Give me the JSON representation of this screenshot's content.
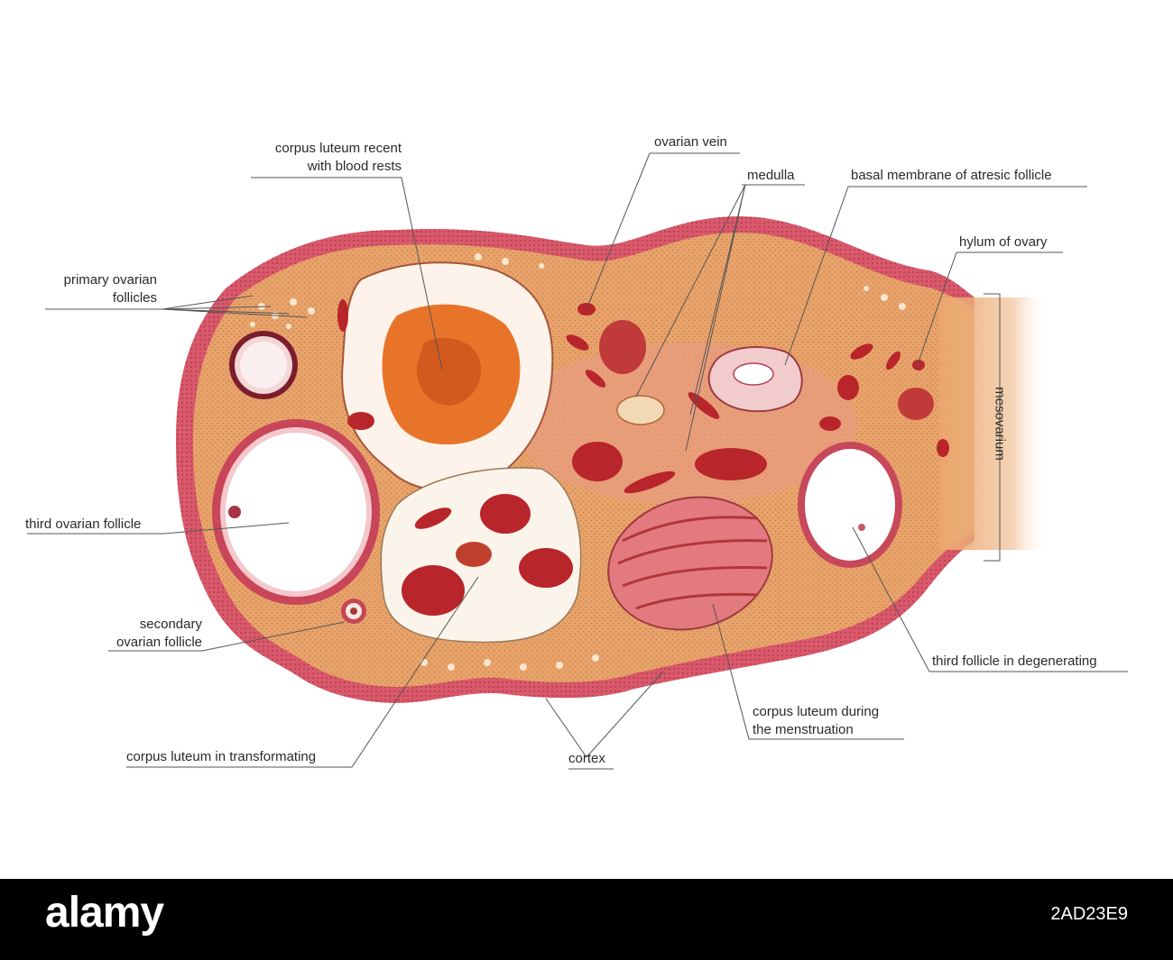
{
  "labels": {
    "corpus_luteum_recent": "corpus luteum recent\nwith blood rests",
    "ovarian_vein": "ovarian vein",
    "medulla": "medulla",
    "basal_membrane": "basal membrane of atresic follicle",
    "hylum": "hylum of ovary",
    "primary_follicles": "primary ovarian\nfollicles",
    "mesovarium": "mesovarium",
    "third_follicle": "third ovarian follicle",
    "secondary_follicle": "secondary\novarian follicle",
    "third_degenerating": "third follicle in degenerating",
    "corpus_luteum_menstruation": "corpus luteum during\nthe menstruation",
    "corpus_luteum_transformating": "corpus luteum in transformating",
    "cortex": "cortex"
  },
  "footer": {
    "brand": "alamy",
    "image_code": "2AD23E9"
  },
  "colors": {
    "cortex_outer": "#d9596b",
    "stroma": "#e8a36a",
    "blood": "#b8252a",
    "luteum_orange": "#e8742a",
    "footer_bg": "#000000"
  }
}
